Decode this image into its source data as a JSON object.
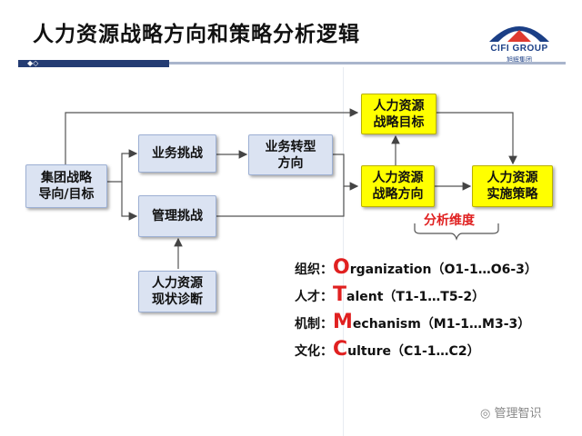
{
  "header": {
    "title": "人力资源战略方向和策略分析逻辑"
  },
  "logo": {
    "name": "CIFI GROUP",
    "subtitle": "旭辉集团"
  },
  "diagram": {
    "nodes": {
      "group_strategy": "集团战略\n导向/目标",
      "business_challenge": "业务挑战",
      "business_transform": "业务转型\n方向",
      "mgmt_challenge": "管理挑战",
      "hr_diagnosis": "人力资源\n现状诊断",
      "hr_goal": "人力资源\n战略目标",
      "hr_direction": "人力资源\n战略方向",
      "hr_policy": "人力资源\n实施策略"
    },
    "analysis_label": "分析维度",
    "dimensions": [
      {
        "label": "组织：",
        "initial": "O",
        "rest": "rganization",
        "code": "（O1-1…O6-3）"
      },
      {
        "label": "人才：",
        "initial": "T",
        "rest": "alent",
        "code": "（T1-1…T5-2）"
      },
      {
        "label": "机制：",
        "initial": "M",
        "rest": "echanism",
        "code": "（M1-1…M3-3）"
      },
      {
        "label": "文化：",
        "initial": "C",
        "rest": "ulture",
        "code": "（C1-1…C2）"
      }
    ]
  },
  "watermark": "管理智识",
  "colors": {
    "accent_red": "#e02020",
    "box_yellow": "#ffff00",
    "box_blue": "#dbe3f2",
    "bar_navy": "#243c73"
  }
}
